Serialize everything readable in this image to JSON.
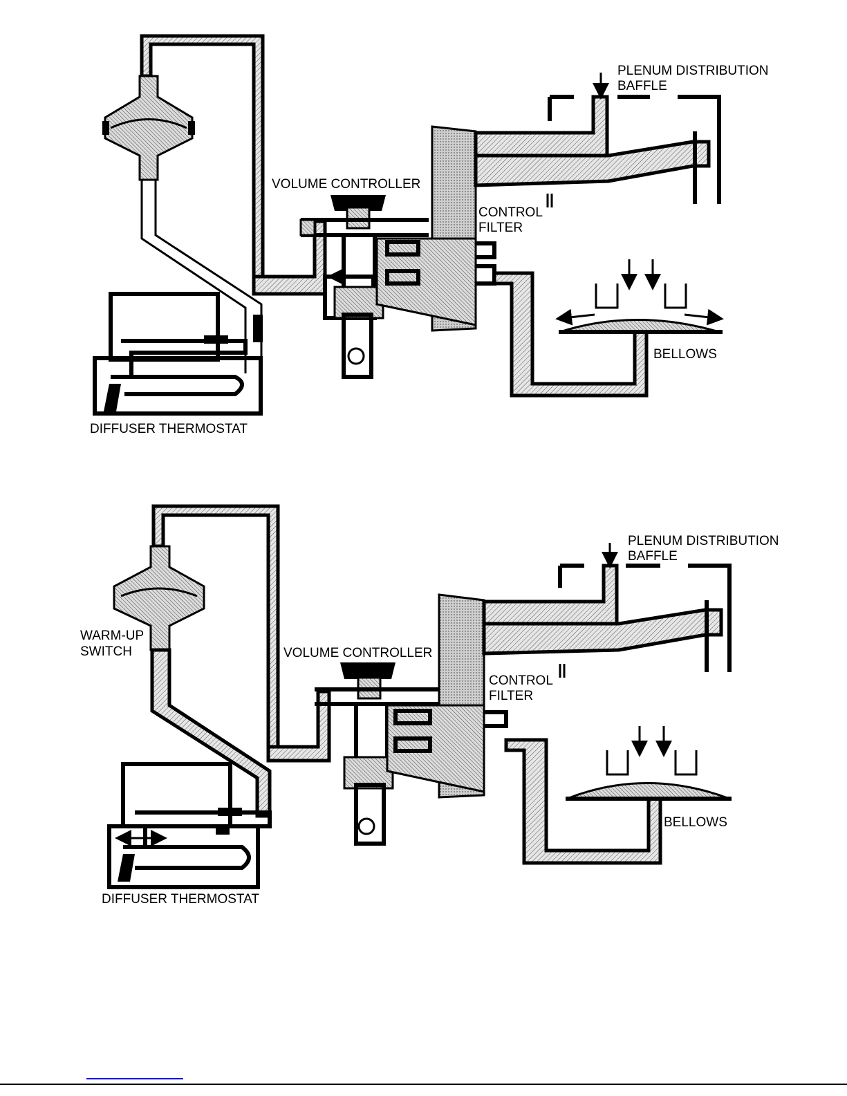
{
  "diagrams": [
    {
      "labels": {
        "plenum": "PLENUM DISTRIBUTION",
        "baffle": "BAFFLE",
        "volume_controller": "VOLUME CONTROLLER",
        "control": "CONTROL",
        "filter": "FILTER",
        "bellows": "BELLOWS",
        "diffuser_thermostat": "DIFFUSER THERMOSTAT"
      }
    },
    {
      "labels": {
        "plenum": "PLENUM DISTRIBUTION",
        "baffle": "BAFFLE",
        "warm_up": "WARM-UP",
        "switch": "SWITCH",
        "volume_controller": "VOLUME CONTROLLER",
        "control": "CONTROL",
        "filter": "FILTER",
        "bellows": "BELLOWS",
        "diffuser_thermostat": "DIFFUSER THERMOSTAT"
      }
    }
  ],
  "colors": {
    "line": "#000000",
    "background": "#ffffff",
    "footer_link": "#0000ff"
  }
}
